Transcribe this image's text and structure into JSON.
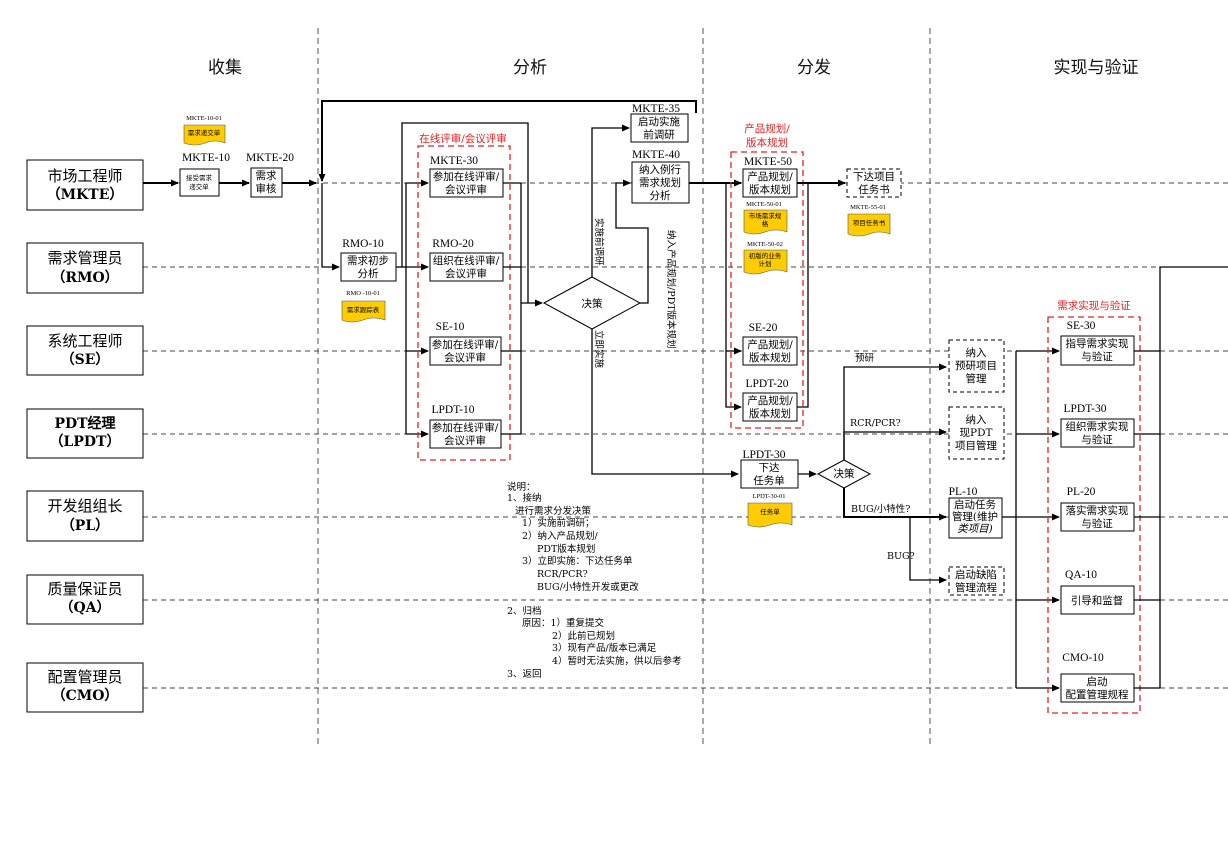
{
  "phases": [
    "收集",
    "分析",
    "分发",
    "实现与验证"
  ],
  "roles": [
    {
      "name": "市场工程师",
      "abbr": "（MKTE）"
    },
    {
      "name": "需求管理员",
      "abbr": "（RMO）"
    },
    {
      "name": "系统工程师",
      "abbr": "（SE）"
    },
    {
      "name": "PDT经理",
      "abbr": "（LPDT）"
    },
    {
      "name": "开发组组长",
      "abbr": "（PL）"
    },
    {
      "name": "质量保证员",
      "abbr": "（QA）"
    },
    {
      "name": "配置管理员",
      "abbr": "（CMO）"
    }
  ],
  "groups": {
    "review": "在线评审/会议评审",
    "plan_line1": "产品规划/",
    "plan_line2": "版本规划",
    "impl": "需求实现与验证"
  },
  "tasks": {
    "mkte10": {
      "code": "MKTE-10",
      "line1": "接受需求",
      "line2": "递交单"
    },
    "mkte20": {
      "code": "MKTE-20",
      "line1": "需求",
      "line2": "审核"
    },
    "rmo10": {
      "code": "RMO-10",
      "line1": "需求初步",
      "line2": "分析"
    },
    "mkte30": {
      "code": "MKTE-30",
      "line1": "参加在线评审/",
      "line2": "会议评审"
    },
    "rmo20": {
      "code": "RMO-20",
      "line1": "组织在线评审/",
      "line2": "会议评审"
    },
    "se10": {
      "code": "SE-10",
      "line1": "参加在线评审/",
      "line2": "会议评审"
    },
    "lpdt10": {
      "code": "LPDT-10",
      "line1": "参加在线评审/",
      "line2": "会议评审"
    },
    "mkte35": {
      "code": "MKTE-35",
      "line1": "启动实施",
      "line2": "前调研"
    },
    "mkte40": {
      "code": "MKTE-40",
      "line1": "纳入例行",
      "line2": "需求规划",
      "line3": "分析"
    },
    "mkte50": {
      "code": "MKTE-50",
      "line1": "产品规划/",
      "line2": "版本规划"
    },
    "se20": {
      "code": "SE-20",
      "line1": "产品规划/",
      "line2": "版本规划"
    },
    "lpdt20": {
      "code": "LPDT-20",
      "line1": "产品规划/",
      "line2": "版本规划"
    },
    "lpdt30": {
      "code": "LPDT-30",
      "line1": "下达",
      "line2": "任务单"
    },
    "issue": {
      "line1": "下达项目",
      "line2": "任务书"
    },
    "pre_research": {
      "line1": "纳入",
      "line2": "预研项目",
      "line3": "管理"
    },
    "pdt_mgmt": {
      "line1": "纳入",
      "line2": "现PDT",
      "line3": "项目管理"
    },
    "pl10": {
      "code": "PL-10",
      "line1": "启动任务",
      "line2": "管理(维护",
      "line3": "类项目)"
    },
    "defect": {
      "line1": "启动缺陷",
      "line2": "管理流程"
    },
    "se30": {
      "code": "SE-30",
      "line1": "指导需求实现",
      "line2": "与验证"
    },
    "lpdt30b": {
      "code": "LPDT-30",
      "line1": "组织需求实现",
      "line2": "与验证"
    },
    "pl20": {
      "code": "PL-20",
      "line1": "落实需求实现",
      "line2": "与验证"
    },
    "qa10": {
      "code": "QA-10",
      "line1": "引导和监督"
    },
    "cmo10": {
      "code": "CMO-10",
      "line1": "启动",
      "line2": "配置管理规程"
    }
  },
  "decisions": {
    "d1": "决策",
    "d2": "决策"
  },
  "docs": {
    "mkte1001": {
      "code": "MKTE-10-01",
      "label": "需求递交单"
    },
    "rmo1001": {
      "code": "RMO -10-01",
      "label": "需求跟踪表"
    },
    "mkte5001": {
      "code": "MKTE-50-01",
      "label1": "市场需求规",
      "label2": "格"
    },
    "mkte5002": {
      "code": "MKTE-50-02",
      "label1": "初版的业务",
      "label2": "计划"
    },
    "mkte5501": {
      "code": "MKTE-55-01",
      "label": "项目任务书"
    },
    "lpdt3001": {
      "code": "LPDT-30-01",
      "label": "任务单"
    }
  },
  "edge_labels": {
    "pre_survey": "实施前调研",
    "into_plan": "纳入产品规划/PDT版本规划",
    "immediate": "立即实施",
    "research": "预研",
    "rcr": "RCR/PCR?",
    "bug_feature": "BUG/小特性?",
    "bug": "BUG?"
  },
  "notes": [
    "说明：",
    "1、接纳",
    "    进行需求分发决策",
    "      1）实施前调研；",
    "      2）纳入产品规划/",
    "          PDT版本规划",
    "      3）立即实施：下达任务单",
    "          RCR/PCR?",
    "          BUG/小特性开发或更改",
    "",
    "2、归档",
    "    原因：1）重复提交",
    "              2）此前已规划",
    "              3）现有产品/版本已满足",
    "              4）暂时无法实施，供以后参考",
    "3、返回"
  ]
}
